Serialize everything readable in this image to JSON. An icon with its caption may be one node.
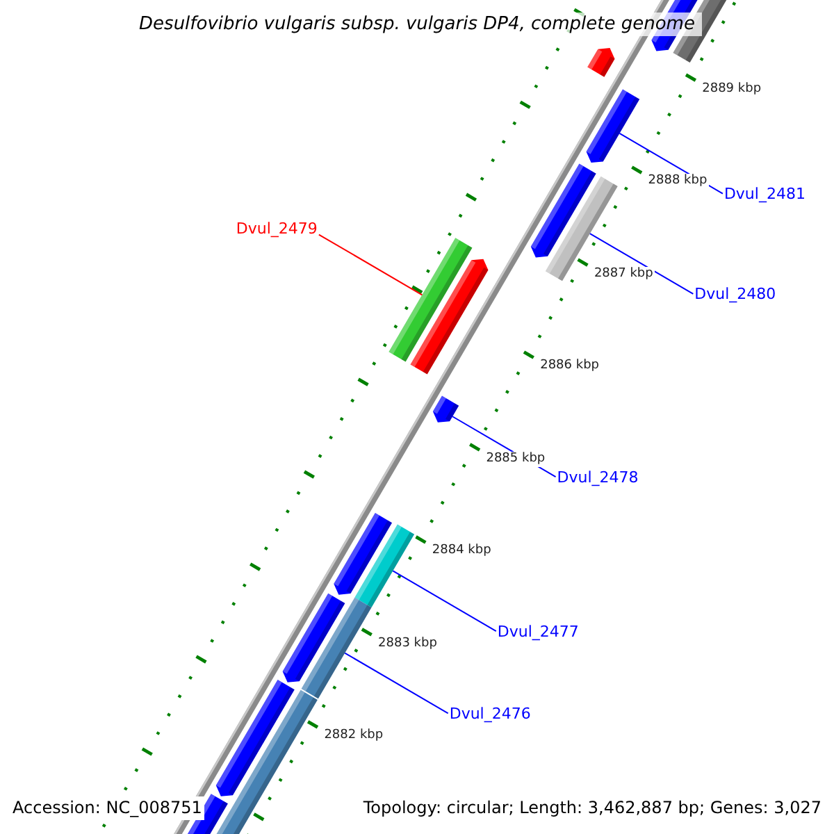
{
  "diagram": {
    "title": "Desulfovibrio vulgaris subsp. vulgaris DP4, complete genome",
    "nodes": [
      {
        "text": [
          "Dvul_2481"
        ]
      },
      {
        "text": [],
        "shape": "bar"
      },
      {
        "text": [
          "Dvul_2480"
        ]
      },
      {
        "text": [],
        "shape": "bar"
      },
      {
        "text": [
          "Dvul_2479"
        ]
      },
      {
        "text": [],
        "shape": "bar"
      },
      {
        "text": [
          "Dvul_2478"
        ]
      },
      {
        "text": [],
        "shape": "bar"
      },
      {
        "text": [
          "Dvul_2477"
        ]
      },
      {
        "text": [],
        "shape": "bar"
      },
      {
        "text": [
          "Dvul_2476"
        ]
      },
      {
        "text": [],
        "shape": "bar"
      }
    ],
    "edges": [
      {
        "from": 0,
        "to": 1,
        "arrow": "none"
      },
      {
        "from": 2,
        "to": 3,
        "arrow": "none"
      },
      {
        "from": 4,
        "to": 5,
        "arrow": "none",
        "color": "#ff0000"
      },
      {
        "from": 6,
        "to": 7,
        "arrow": "none"
      },
      {
        "from": 8,
        "to": 9,
        "arrow": "none"
      },
      {
        "from": 10,
        "to": 11,
        "arrow": "none"
      }
    ],
    "labels": [
      "2889 kbp",
      "2888 kbp",
      "2887 kbp",
      "2886 kbp",
      "2885 kbp",
      "2884 kbp",
      "2883 kbp",
      "2882 kbp",
      "Accession: NC_008751",
      "Topology: circular; Length: 3,462,887 bp; Genes: 3,027"
    ]
  }
}
